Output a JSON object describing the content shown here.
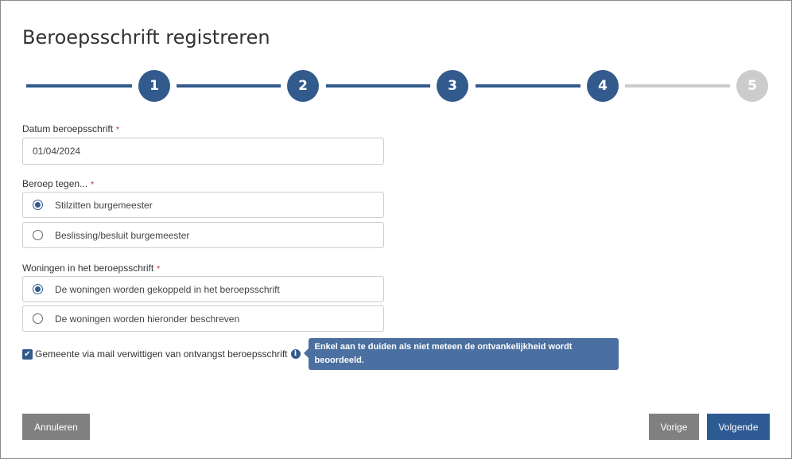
{
  "title": "Beroepsschrift registreren",
  "steps": [
    {
      "label": "1",
      "done": true
    },
    {
      "label": "2",
      "done": true
    },
    {
      "label": "3",
      "done": true
    },
    {
      "label": "4",
      "done": true
    },
    {
      "label": "5",
      "done": false
    }
  ],
  "date": {
    "label": "Datum beroepsschrift",
    "required": "*",
    "value": "01/04/2024"
  },
  "beroep": {
    "label": "Beroep tegen...",
    "required": "*",
    "options": [
      {
        "label": "Stilzitten burgemeester",
        "selected": true
      },
      {
        "label": "Beslissing/besluit burgemeester",
        "selected": false
      }
    ]
  },
  "woningen": {
    "label": "Woningen in het beroepsschrift",
    "required": "*",
    "options": [
      {
        "label": "De woningen worden gekoppeld in het beroepsschrift",
        "selected": true
      },
      {
        "label": "De woningen worden hieronder beschreven",
        "selected": false
      }
    ]
  },
  "notify": {
    "label": "Gemeente via mail verwittigen van ontvangst beroepsschrift",
    "checked": true,
    "tooltip": "Enkel aan te duiden als niet meteen de ontvankelijkheid wordt beoordeeld."
  },
  "buttons": {
    "cancel": "Annuleren",
    "prev": "Vorige",
    "next": "Volgende"
  }
}
